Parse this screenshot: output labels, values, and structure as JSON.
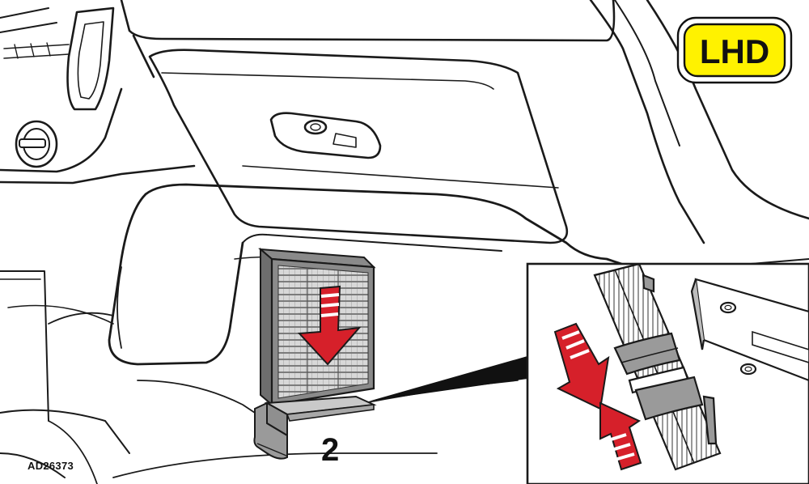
{
  "badge": {
    "label": "LHD",
    "fill": "#fff200",
    "stroke": "#111111"
  },
  "step_label": "2",
  "reference_code": "AD26373",
  "colors": {
    "arrow_red": "#d6202a",
    "line": "#1a1a1a",
    "filter_gray": "#8a8a8a",
    "part_gray": "#9a9a9a"
  },
  "icons": {
    "main_arrow": "down-arrow-icon",
    "detail_arrows": "squeeze-arrows-icon"
  }
}
